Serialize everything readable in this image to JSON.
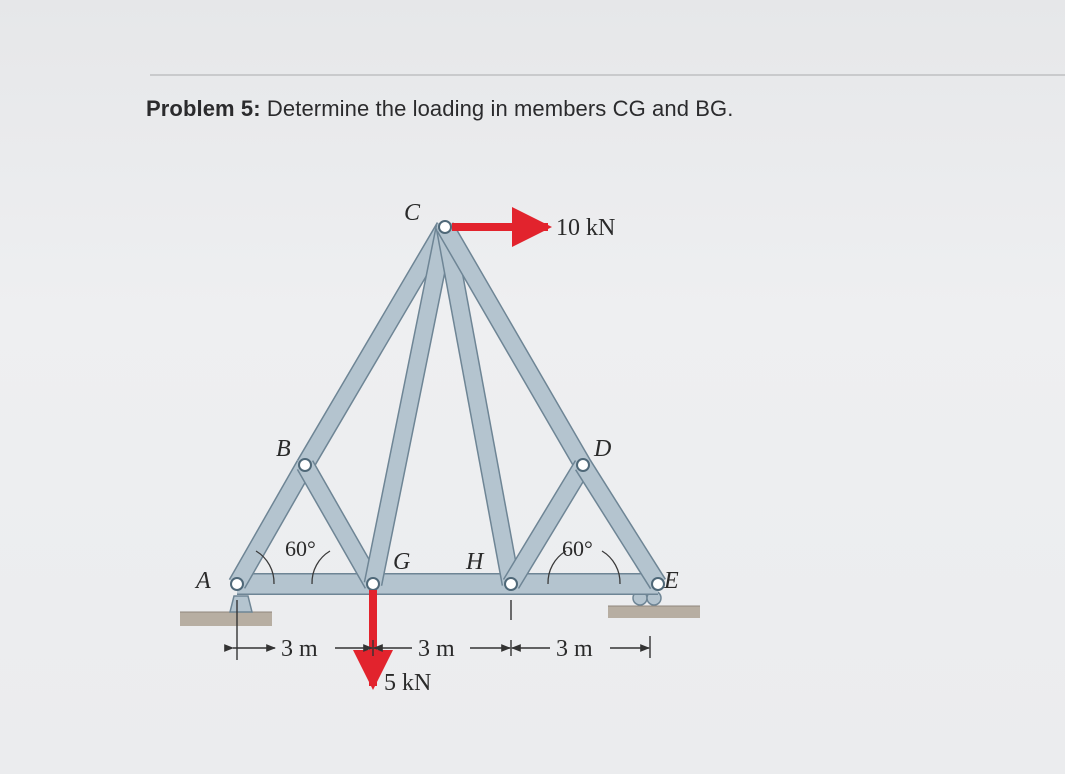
{
  "problem": {
    "prefix": "Problem 5:",
    "text": "Determine the loading in members CG and BG."
  },
  "joints": {
    "a": "A",
    "b": "B",
    "c": "C",
    "d": "D",
    "e": "E",
    "g": "G",
    "h": "H"
  },
  "loads": {
    "horizontal": "10 kN",
    "vertical": "5 kN"
  },
  "angles": {
    "left": "60°",
    "right": "60°"
  },
  "dimensions": {
    "span_1": "3 m",
    "span_2": "3 m",
    "span_3": "3 m"
  },
  "colors": {
    "member_fill": "#b4c4cf",
    "member_stroke": "#6e8595",
    "load_arrow": "#e2232d",
    "ground": "#b7aea2"
  }
}
